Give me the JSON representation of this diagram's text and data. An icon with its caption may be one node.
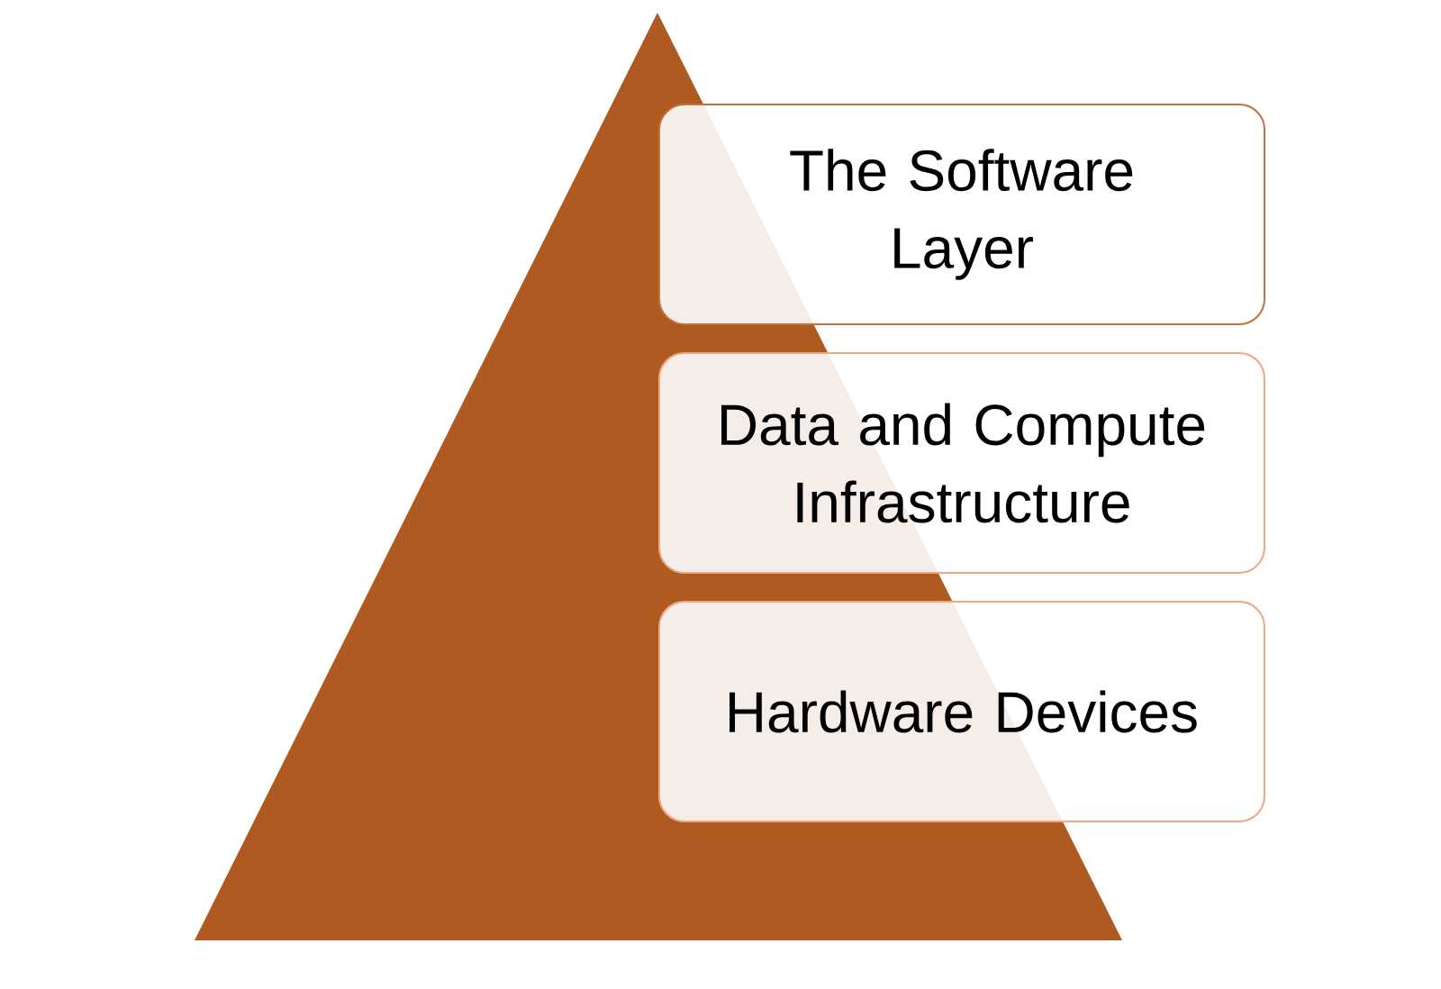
{
  "diagram": {
    "nodes": [
      {
        "text": [
          "The Software Layer"
        ]
      },
      {
        "text": [
          "Data and Compute Infrastructure"
        ]
      },
      {
        "text": [
          "Hardware Devices"
        ]
      }
    ]
  }
}
